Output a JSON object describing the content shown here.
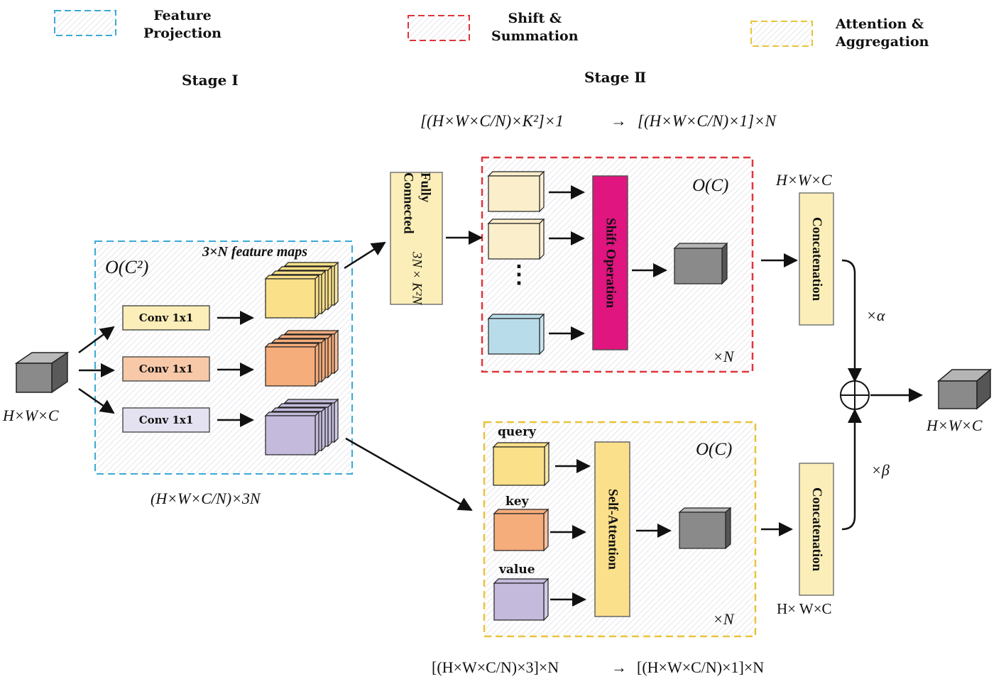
{
  "legend": {
    "feature_projection": [
      "Feature",
      "Projection"
    ],
    "shift_summation": [
      "Shift &",
      "Summation"
    ],
    "attention_aggregation": [
      "Attention &",
      "Aggregation"
    ],
    "colors": {
      "projection": "#3aaad4",
      "shift": "#e0353b",
      "attention": "#e8c43a"
    }
  },
  "stages": {
    "stage1": "Stage Ⅰ",
    "stage2": "Stage Ⅱ"
  },
  "formulas": {
    "top_left": "[(H×W×C/N)×K²]×1",
    "top_arrow": "→",
    "top_right": "[(H×W×C/N)×1]×N",
    "bottom_left": "[(H×W×C/N)×3]×N",
    "bottom_arrow": "→",
    "bottom_right": "[(H×W×C/N)×1]×N",
    "projection_out": "(H×W×C/N)×3N",
    "input_dim": "H×W×C",
    "output_dim": "H×W×C",
    "concat_top_dim": "H×W×C",
    "concat_bottom_dim": "H× W×C"
  },
  "stage1": {
    "complexity": "O(C²)",
    "feature_maps_label": "3×N feature maps",
    "convs": [
      "Conv 1x1",
      "Conv 1x1",
      "Conv 1x1"
    ],
    "conv_colors": [
      "#fbeeb8",
      "#f8c9a8",
      "#e4e2f0"
    ],
    "map_colors": [
      "#f9e089",
      "#f5ad7c",
      "#c4bbdc"
    ]
  },
  "fully_connected": {
    "line1": "Fully Connected",
    "line2": "3N×K²N",
    "color": "#fbeeb8"
  },
  "shift_block": {
    "complexity": "O(C)",
    "op_label": "Shift Operation",
    "op_color": "#e0157f",
    "repeat": "×N",
    "ellipsis": "⋮",
    "tile_colors": [
      "#fbeeca",
      "#fbeeca",
      "#b8dcea"
    ]
  },
  "attention_block": {
    "complexity": "O(C)",
    "op_label": "Self-Attention",
    "op_color": "#fbe08b",
    "repeat": "×N",
    "inputs": [
      "query",
      "key",
      "value"
    ],
    "input_colors": [
      "#f9e089",
      "#f5ad7c",
      "#c4bbdc"
    ]
  },
  "aggregation": {
    "concat_label": "Concatenation",
    "concat_color": "#fbeeb8",
    "alpha": "×α",
    "beta": "×β",
    "sum_symbol": "⊕"
  }
}
